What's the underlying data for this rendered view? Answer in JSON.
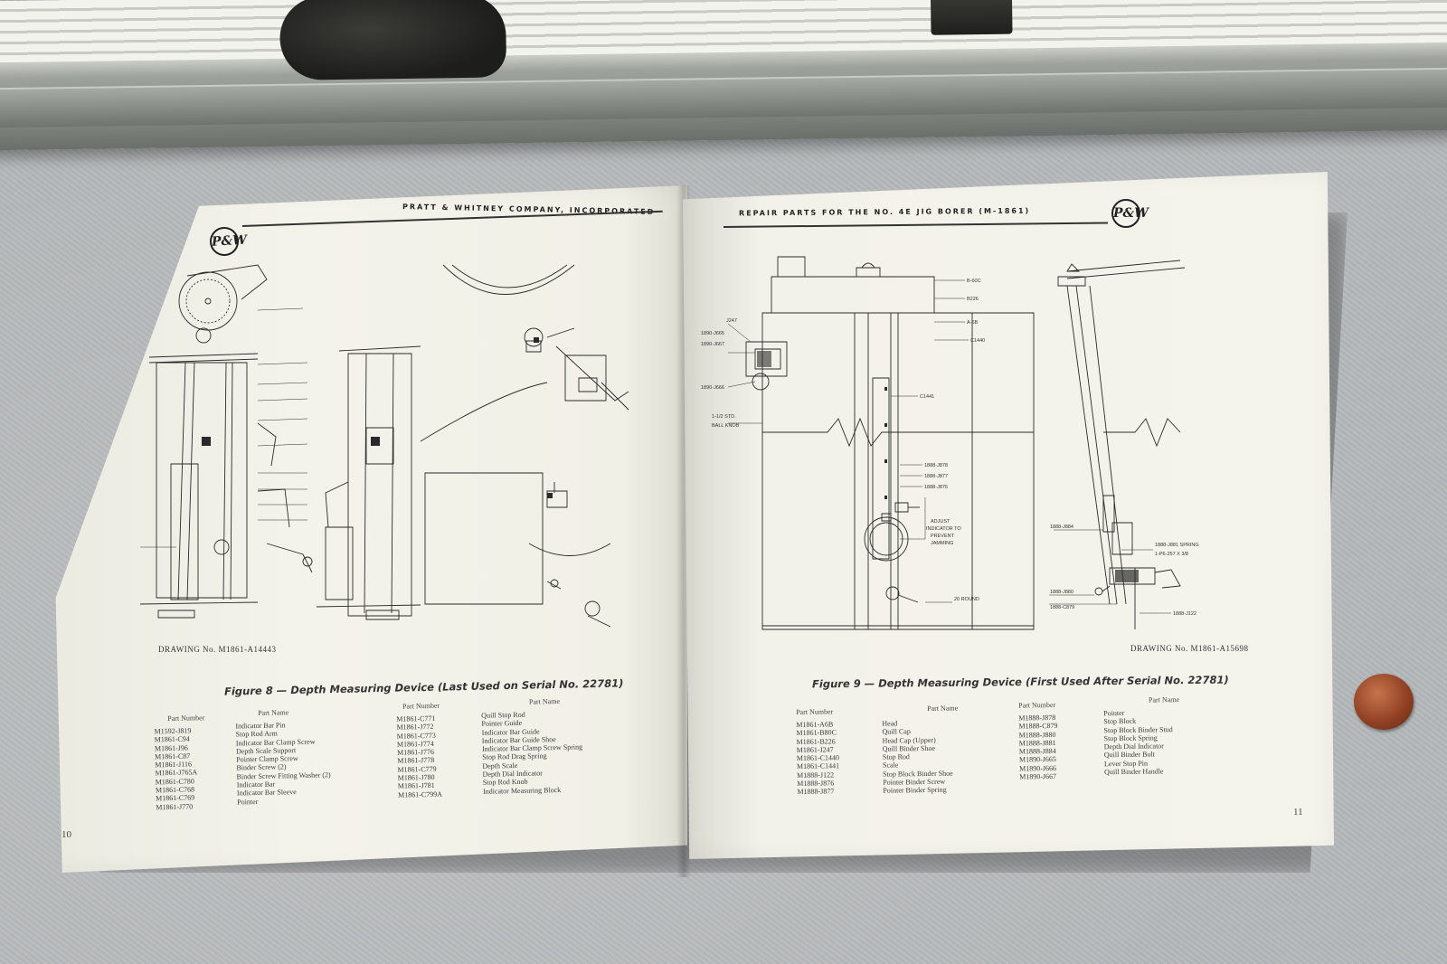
{
  "left_page": {
    "header": "PRATT & WHITNEY COMPANY, INCORPORATED",
    "logo": "P&W",
    "drawing_no": "DRAWING No. M1861-A14443",
    "caption": "Figure 8 — Depth Measuring Device (Last Used on Serial No. 22781)",
    "column_headers": {
      "part_number": "Part Number",
      "part_name": "Part Name"
    },
    "table1": {
      "numbers": [
        "M1592-J819",
        "M1861-C94",
        "M1861-J96",
        "M1861-C87",
        "M1861-J116",
        "M1861-J765A",
        "M1861-C780",
        "M1861-C768",
        "M1861-C769",
        "M1861-J770"
      ],
      "names": [
        "Indicator Bar Pin",
        "Stop Rod Arm",
        "Indicator Bar Clamp Screw",
        "Depth Scale Support",
        "Pointer Clamp Screw",
        "Binder Screw (2)",
        "Binder Screw Fitting Washer (2)",
        "Indicator Bar",
        "Indicator Bar Sleeve",
        "Pointer"
      ]
    },
    "table2": {
      "numbers": [
        "M1861-C771",
        "M1861-J772",
        "M1861-C773",
        "M1861-J774",
        "M1861-J776",
        "M1861-J778",
        "M1861-C779",
        "M1861-J780",
        "M1861-J781",
        "M1861-C799A"
      ],
      "names": [
        "Quill Stop Rod",
        "Pointer Guide",
        "Indicator Bar Guide",
        "Indicator Bar Guide Shoe",
        "Indicator Bar Clamp Screw Spring",
        "Stop Rod Drag Spring",
        "Depth Scale",
        "Depth Dial Indicator",
        "Stop Rod Knob",
        "Indicator Measuring Block"
      ]
    },
    "page_number": "10"
  },
  "right_page": {
    "header": "REPAIR PARTS FOR THE NO. 4E JIG BORER (M-1861)",
    "logo": "P&W",
    "drawing_no": "DRAWING No. M1861-A15698",
    "caption": "Figure 9 — Depth Measuring Device (First Used After Serial No. 22781)",
    "column_headers": {
      "part_number": "Part Number",
      "part_name": "Part Name"
    },
    "table1": {
      "numbers": [
        "M1861-A6B",
        "M1861-B80C",
        "M1861-B226",
        "M1861-J247",
        "M1861-C1440",
        "M1861-C1441",
        "M1888-J122",
        "M1888-J876",
        "M1888-J877"
      ],
      "names": [
        "Head",
        "Quill Cap",
        "Head Cap (Upper)",
        "Quill Binder Shoe",
        "Stop Rod",
        "Scale",
        "Stop Block Binder Shoe",
        "Pointer Binder Screw",
        "Pointer Binder Spring"
      ]
    },
    "table2": {
      "numbers": [
        "M1888-J878",
        "M1888-C879",
        "M1888-J880",
        "M1888-J881",
        "M1888-J884",
        "M1890-J665",
        "M1890-J666",
        "M1890-J667"
      ],
      "names": [
        "Pointer",
        "Stop Block",
        "Stop Block Binder Stud",
        "Stop Block Spring",
        "Depth Dial Indicator",
        "Quill Binder Bolt",
        "Lever Stop Pin",
        "Quill Binder Handle"
      ]
    },
    "drawing_labels": {
      "b60c": "B-60C",
      "b226": "B226",
      "a6b": "A-6B",
      "c1440": "C1440",
      "c1441": "C1441",
      "j247": "J247",
      "j665": "1890-J665",
      "j667": "1890-J667",
      "j666": "1890-J666",
      "std": "1-1/2 STD.",
      "knob": "BALL KNOB",
      "j878": "1888-J878",
      "j877": "1888-J877",
      "j876": "1888-J876",
      "adjust": [
        "ADJUST",
        "INDICATOR TO",
        "PREVENT",
        "JAMMING"
      ],
      "round": "20 ROUND",
      "j884": "1888-J884",
      "j881": "1888-J881 SPRING",
      "pin": "1-P6-257 X 3/8",
      "j880": "1888-J880",
      "c879": "1888-C879",
      "j122": "1888-J122"
    },
    "page_number": "11"
  },
  "colors": {
    "paper": "#f3f2ea",
    "ink": "#2a2a2a",
    "table": "#b6b9bb",
    "penny": "#a14a26"
  }
}
